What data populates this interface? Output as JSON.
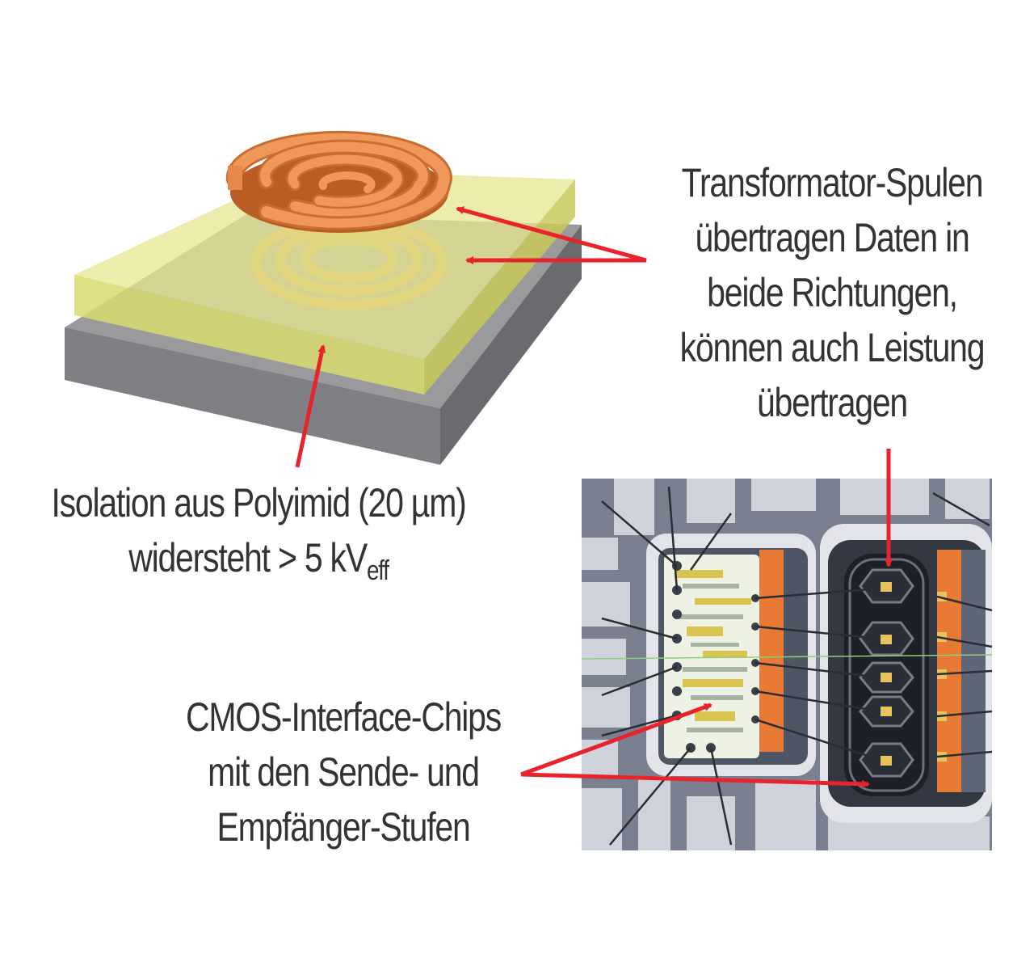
{
  "labels": {
    "transformer": [
      "Transformator-Spulen",
      "übertragen Daten in",
      "beide Richtungen,",
      "können auch Leistung",
      "übertragen"
    ],
    "isolation_line1": "Isolation aus Polyimid (20 µm)",
    "isolation_line2_main": "widersteht > 5 kV",
    "isolation_line2_sub": "eff",
    "cmos": [
      "CMOS-Interface-Chips",
      "mit den Sende- und",
      "Empfänger-Stufen"
    ]
  },
  "colors": {
    "arrow": "#e8232b",
    "text": "#333333",
    "polyimide": "#dcdc7a",
    "substrate": "#8a8a8c",
    "coil": "#e8874a",
    "orange_pad": "#e8742e",
    "chip_bg": "#eef2e4",
    "lead_frame": "#5f6570",
    "background": "#ffffff"
  }
}
